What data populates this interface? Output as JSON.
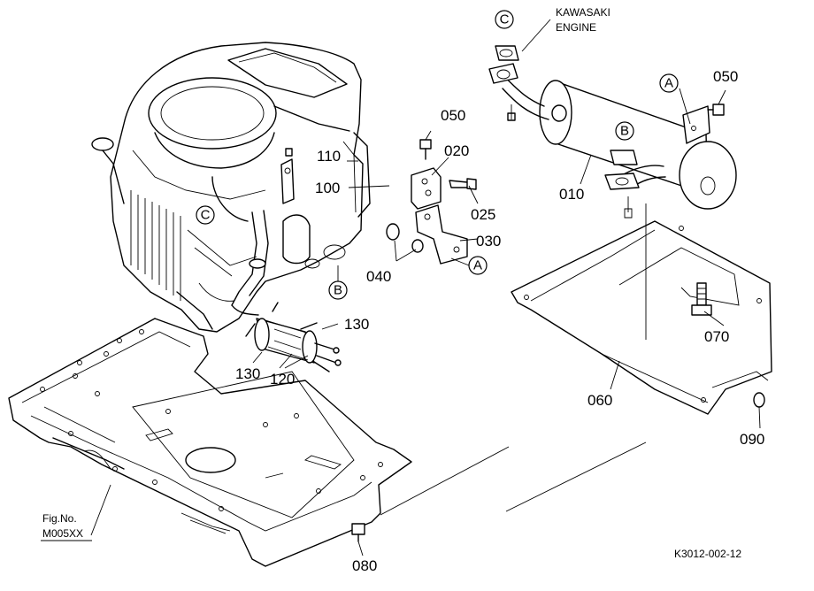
{
  "engine_note": {
    "line1": "KAWASAKI",
    "line2": "ENGINE"
  },
  "ref_letters": {
    "a": "A",
    "b": "B",
    "c": "C"
  },
  "parts": {
    "p010": "010",
    "p020": "020",
    "p025": "025",
    "p030": "030",
    "p040": "040",
    "p050": "050",
    "p060": "060",
    "p070": "070",
    "p080": "080",
    "p090": "090",
    "p100": "100",
    "p110": "110",
    "p120": "120",
    "p130": "130"
  },
  "figure": {
    "label": "Fig.No.",
    "code": "M005XX"
  },
  "drawing_code": "K3012-002-12"
}
